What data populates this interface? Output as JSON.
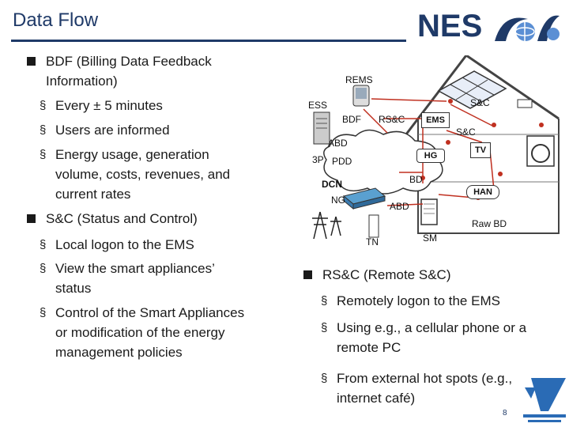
{
  "slide": {
    "title": "Data Flow",
    "page_number": "8"
  },
  "logo": {
    "text": "NES",
    "brand_color": "#1f3a68",
    "accent_color": "#5b8fd4"
  },
  "left": {
    "bdf_heading": "BDF (Billing Data Feedback Information)",
    "bdf_items": [
      "Every ± 5 minutes",
      "Users are informed",
      "Energy usage, generation volume, costs, revenues, and current rates"
    ],
    "sc_heading": "S&C (Status and Control)",
    "sc_items": [
      "Local logon to the EMS",
      "View the smart appliances’ status",
      "Control of the Smart Appliances or modification of the energy management policies"
    ]
  },
  "right": {
    "rsc_heading": "RS&C (Remote S&C)",
    "rsc_items": [
      "Remotely logon to the EMS",
      "Using e.g., a cellular phone or a remote PC",
      "From external hot spots (e.g., internet café)"
    ]
  },
  "diagram": {
    "labels": {
      "rems": "REMS",
      "ess": "ESS",
      "sc_top": "S&C",
      "bdf": "BDF",
      "rsc": "RS&C",
      "ems": "EMS",
      "sc_mid": "S&C",
      "abd_top": "ABD",
      "tv": "TV",
      "hg": "HG",
      "three_p": "3P",
      "pdd": "PDD",
      "bd": "BD",
      "dcn": "DCN",
      "han": "HAN",
      "ng": "NG",
      "abd_low": "ABD",
      "raw_bd": "Raw BD",
      "sm": "SM",
      "tn": "TN"
    },
    "colors": {
      "link": "#c03020",
      "cloud": "#ffffff",
      "outline": "#333333"
    }
  },
  "icons": [
    "bullet-square-icon",
    "section-mark-icon",
    "house-icon",
    "solar-panel-icon",
    "pda-icon",
    "server-icon",
    "switch-icon",
    "pylon-icon",
    "meter-icon",
    "washer-icon",
    "wireless-icon",
    "fp7-logo-icon"
  ]
}
